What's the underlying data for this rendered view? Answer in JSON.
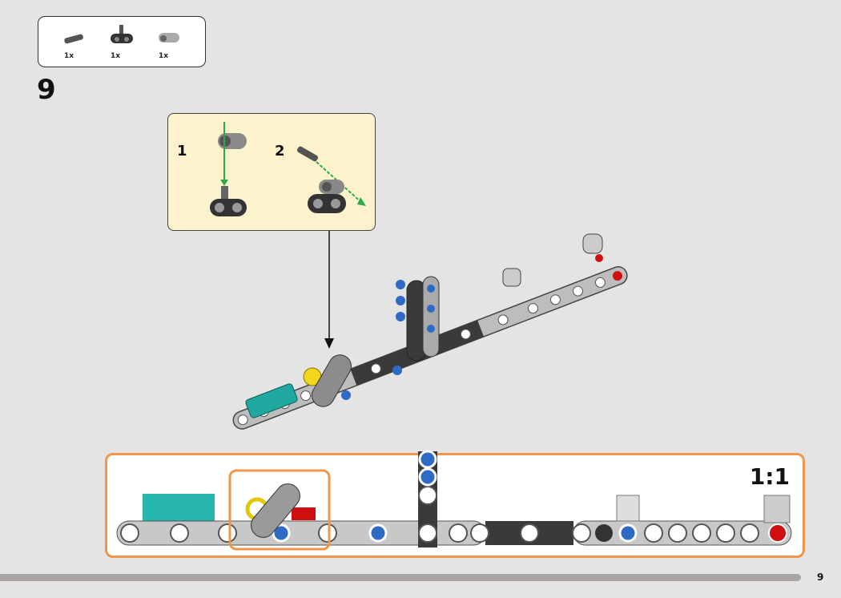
{
  "parts_list": {
    "items": [
      {
        "name": "axle-pin-with-friction",
        "qty": "1x"
      },
      {
        "name": "perpendicular-axle-connector-with-axle",
        "qty": "1x"
      },
      {
        "name": "axle-and-pin-connector-perpendicular",
        "qty": "1x"
      }
    ]
  },
  "step_number": "9",
  "callout": {
    "substeps": [
      "1",
      "2"
    ]
  },
  "scale_box": {
    "label": "1:1"
  },
  "page_number": "9",
  "colors": {
    "accent": "#f0964a",
    "callout_bg": "#fcf3cd",
    "beam": "#bfbfbf",
    "blue": "#2e6bc4",
    "red": "#d01010",
    "teal": "#1fa89f",
    "yellow": "#f2d61b"
  }
}
